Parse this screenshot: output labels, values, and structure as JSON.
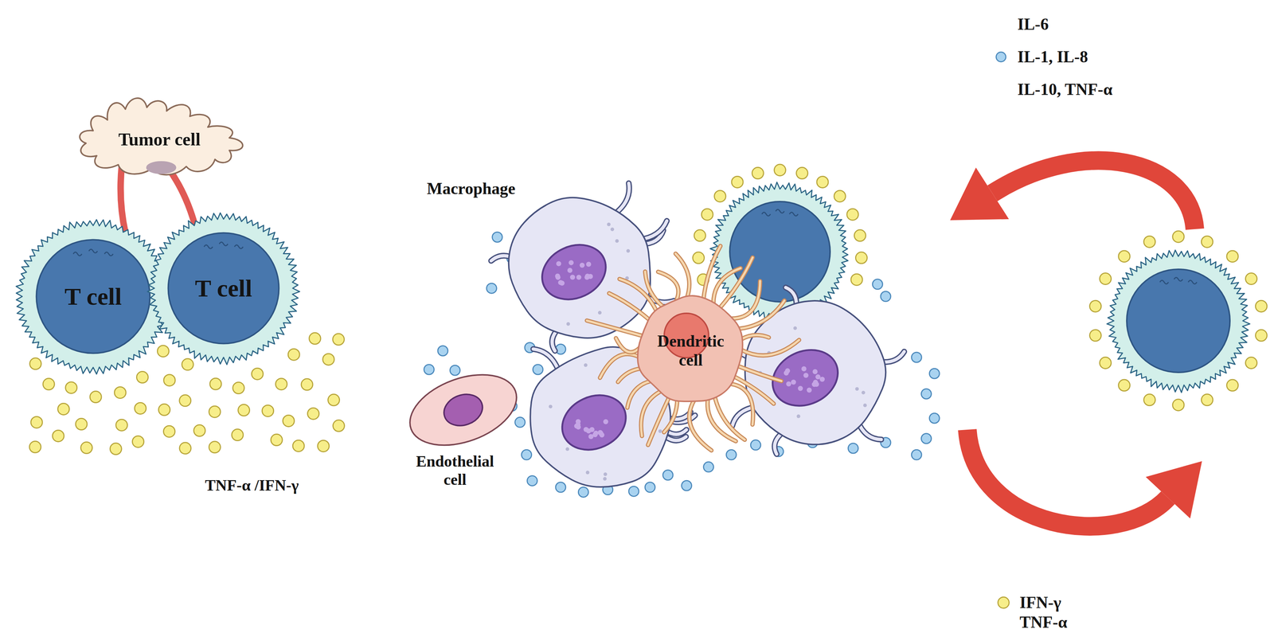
{
  "diagram": {
    "nodes": [
      {
        "text": [
          "Tumor cell"
        ]
      },
      {
        "text": [
          "T cell"
        ]
      },
      {
        "text": [
          "T cell"
        ]
      },
      {
        "text": [
          "Macrophage"
        ]
      },
      {
        "text": [
          "Dendritic cell"
        ]
      },
      {
        "text": [
          "Endothelial cell"
        ]
      }
    ],
    "labels": [
      "TNF-α /IFN-γ",
      "IL-6",
      "IL-10, TNF-α",
      "TNF-α"
    ],
    "legend": [
      {
        "text": "IL-1, IL-8",
        "color": "#a9d3f0"
      },
      {
        "text": "IFN-γ",
        "color": "#f7ee8a"
      }
    ]
  }
}
